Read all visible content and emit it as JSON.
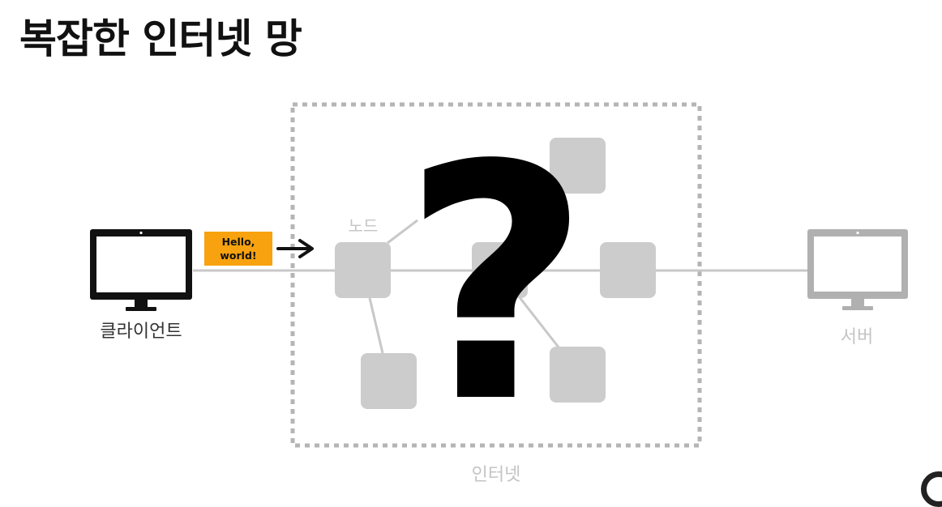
{
  "title": "복잡한 인터넷 망",
  "client": {
    "label": "클라이언트"
  },
  "server": {
    "label": "서버"
  },
  "message": {
    "line1": "Hello,",
    "line2": "world!"
  },
  "internet": {
    "label": "인터넷"
  },
  "node": {
    "label": "노드"
  },
  "mystery_symbol": "?",
  "colors": {
    "client": "#111111",
    "server": "#b0b0b0",
    "node": "#cccccc",
    "message_bg": "#f7a20e",
    "link": "#c8c8c8",
    "faint_label": "#c4c4c4"
  }
}
